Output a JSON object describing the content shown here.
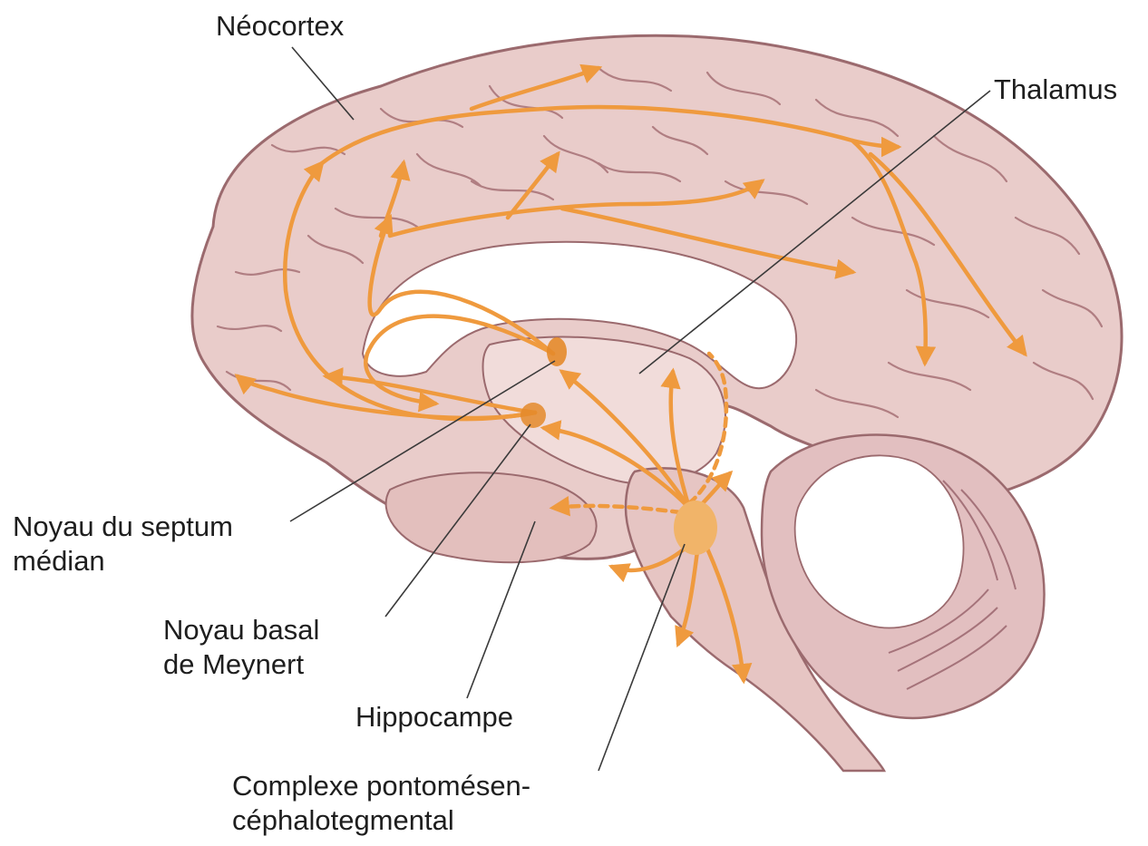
{
  "labels": {
    "neocortex": "Néocortex",
    "thalamus": "Thalamus",
    "septum": [
      "Noyau du septum",
      "médian"
    ],
    "meynert": [
      "Noyau basal",
      "de Meynert"
    ],
    "hippocampe": "Hippocampe",
    "complexe": [
      "Complexe pontomésen-",
      "céphalotegmental"
    ]
  },
  "colors": {
    "brain_fill": "#e9ccca",
    "brain_outline": "#9b6a6e",
    "sulcus": "#b07e82",
    "white_matter": "#ffffff",
    "cerebellum": "#e2bfc0",
    "projection_arrow": "#ef9a3e",
    "nucleus_fill": "#f1b469",
    "nucleus_dark": "#e48a2a",
    "leader_line": "#3a3a3a"
  }
}
